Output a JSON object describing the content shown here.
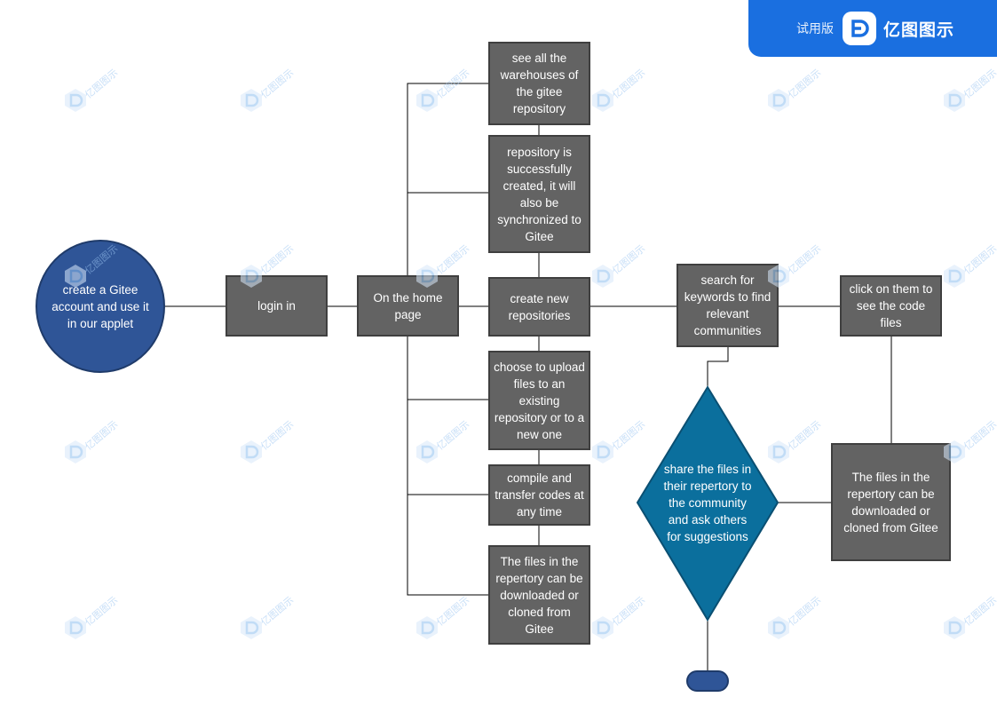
{
  "badge": {
    "trial_label": "试用版",
    "brand_name": "亿图图示"
  },
  "watermark": {
    "text": "亿图图示"
  },
  "colors": {
    "process_fill": "#636363",
    "process_border": "#3f3f3f",
    "start_fill": "#2f5597",
    "decision_fill": "#0b6f9d",
    "terminator_fill": "#2f5597",
    "line": "#000000",
    "badge": "#1a6fe0"
  },
  "nodes": {
    "start": "create a Gitee account and use it in our applet",
    "login": "login in",
    "home": "On the home page",
    "warehouses": "see all the warehouses of the gitee repository",
    "repo_created": "repository is successfully created, it will also be synchronized to Gitee",
    "create_repo": "create new repositories",
    "upload": "choose to upload files to an existing repository or to a new one",
    "compile": "compile and transfer codes at any time",
    "download_left": "The files in the repertory can be downloaded or cloned from Gitee",
    "search": "search for keywords to find relevant communities",
    "share": "share the files in their repertory to the community and ask others for suggestions",
    "click_code": "click on them to see the code files",
    "download_right": "The files in the repertory can be downloaded or cloned from Gitee",
    "end": ""
  }
}
